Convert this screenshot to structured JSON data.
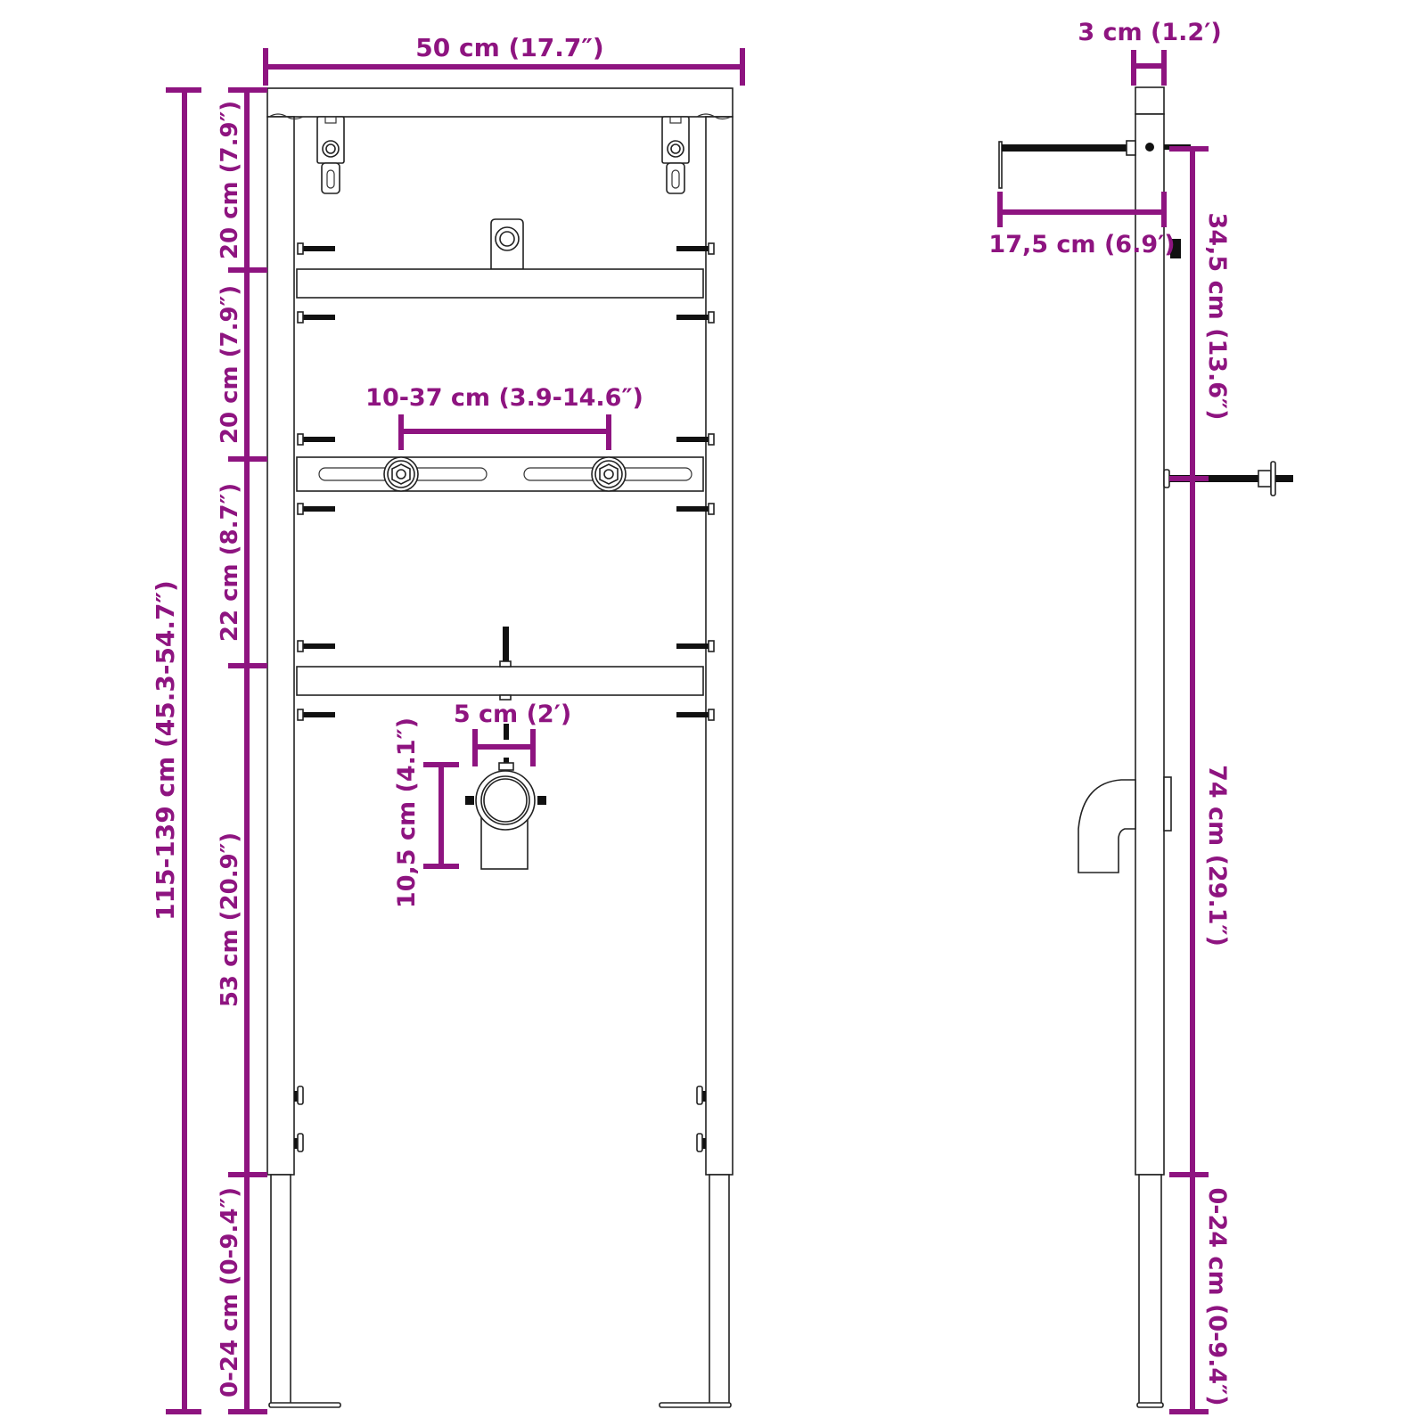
{
  "colors": {
    "dimension": "#8e1480",
    "line_art": "#222222",
    "background": "#ffffff"
  },
  "front_view": {
    "width_label": "50 cm (17.7″)",
    "total_height_label": "115-139 cm (45.3-54.7″)",
    "segments": [
      {
        "label": "20 cm (7.9″)"
      },
      {
        "label": "20 cm (7.9″)"
      },
      {
        "label": "22 cm (8.7″)"
      },
      {
        "label": "53 cm (20.9″)"
      },
      {
        "label": "0-24 cm (0-9.4″)"
      }
    ],
    "bracket_spacing_label": "10-37 cm (3.9-14.6″)",
    "drain_width_label": "5 cm (2′)",
    "drain_height_label": "10,5 cm (4.1″)"
  },
  "side_view": {
    "depth_label": "3 cm (1.2′)",
    "bolt_length_label": "17,5 cm (6.9′)",
    "upper_height_label": "34,5 cm (13.6″)",
    "lower_height_label": "74 cm (29.1″)",
    "leg_extension_label": "0-24 cm (0-9.4″)"
  }
}
